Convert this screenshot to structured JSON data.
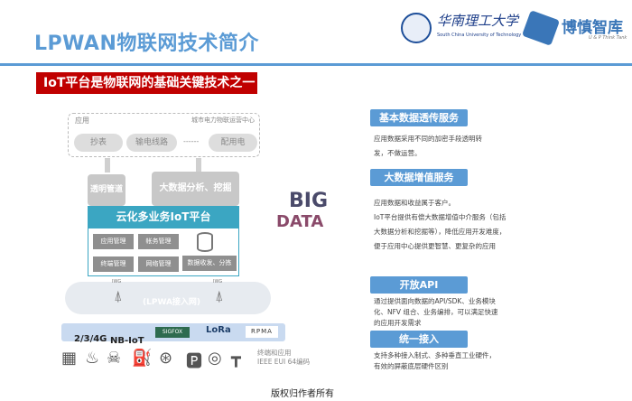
{
  "header": {
    "title": "LPWAN物联网技术简介",
    "logo_university": "华南理工大学",
    "logo_university_en": "South China University of Technology",
    "logo_thinktank": "博慎智库",
    "logo_thinktank_en": "U & P Think Tank"
  },
  "banner": "IoT平台是物联网的基础关键技术之一",
  "diagram": {
    "app_label": "应用",
    "center_label": "城市电力物联运营中心",
    "apps": [
      "抄表",
      "输电线路",
      "------",
      "配用电"
    ],
    "pipe": "透明管道",
    "bigdata": "大数据分析、挖掘",
    "platform": "云化多业务IoT平台",
    "modules": [
      "应用管理",
      "帐务管理",
      "终端管理",
      "网络管理",
      "数据收发、分拣"
    ],
    "iwg": "IWG",
    "network": "(LPWA接入网)",
    "techs": [
      "2/3/4G",
      "NB-IoT",
      "SIGFOX",
      "LoRa",
      "RPMA"
    ],
    "terminal_caption": [
      "终端和应用",
      "IEEE EUI 64编码"
    ],
    "wordcloud": [
      "BIG",
      "DATA"
    ]
  },
  "services": [
    {
      "title": "基本数据透传服务",
      "lines": [
        "应用数据采用不同的加密手段透明转",
        "发，不做运营。"
      ]
    },
    {
      "title": "大数据增值服务",
      "lines": [
        "应用数据和收益属于客户。",
        "IoT平台提供有偿大数据增值中介服务（包括",
        "大数据分析和挖掘等），降低应用开发难度，",
        "便于应用中心提供更智慧、更复杂的应用"
      ]
    },
    {
      "title": "开放API",
      "lines": [
        "通过提供面向数据的API/SDK、业务模块",
        "化、NFV 组合、业务编排，可以满足快速",
        "的应用开发需求"
      ]
    },
    {
      "title": "统一接入",
      "lines": [
        "支持多种接入制式、多种垂直工业硬件，",
        "有效的屏蔽底层硬件区别"
      ]
    }
  ],
  "footer": "版权归作者所有",
  "colors": {
    "title": "#5b9bd5",
    "banner": "#c00000",
    "platform": "#3ba6c2"
  }
}
